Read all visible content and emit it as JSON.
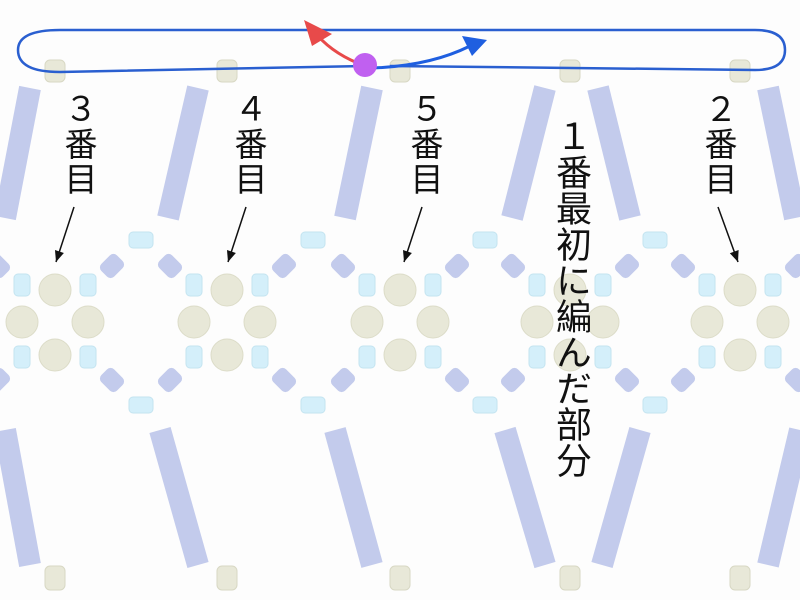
{
  "labels": {
    "third": "３番目",
    "fourth": "４番目",
    "fifth": "５番目",
    "second": "２番目",
    "first": "１番最初に編んだ部分"
  },
  "colors": {
    "thread": "#2a5fd0",
    "arrow_back": "#e84a4a",
    "arrow_forward": "#1f5fe0",
    "needle_point": "#c060f0",
    "bugle_bead": "#c3cbec",
    "round_bead": "#e8e8d8",
    "small_bead": "#d4effa",
    "diamond_bead": "#c3cbec"
  }
}
